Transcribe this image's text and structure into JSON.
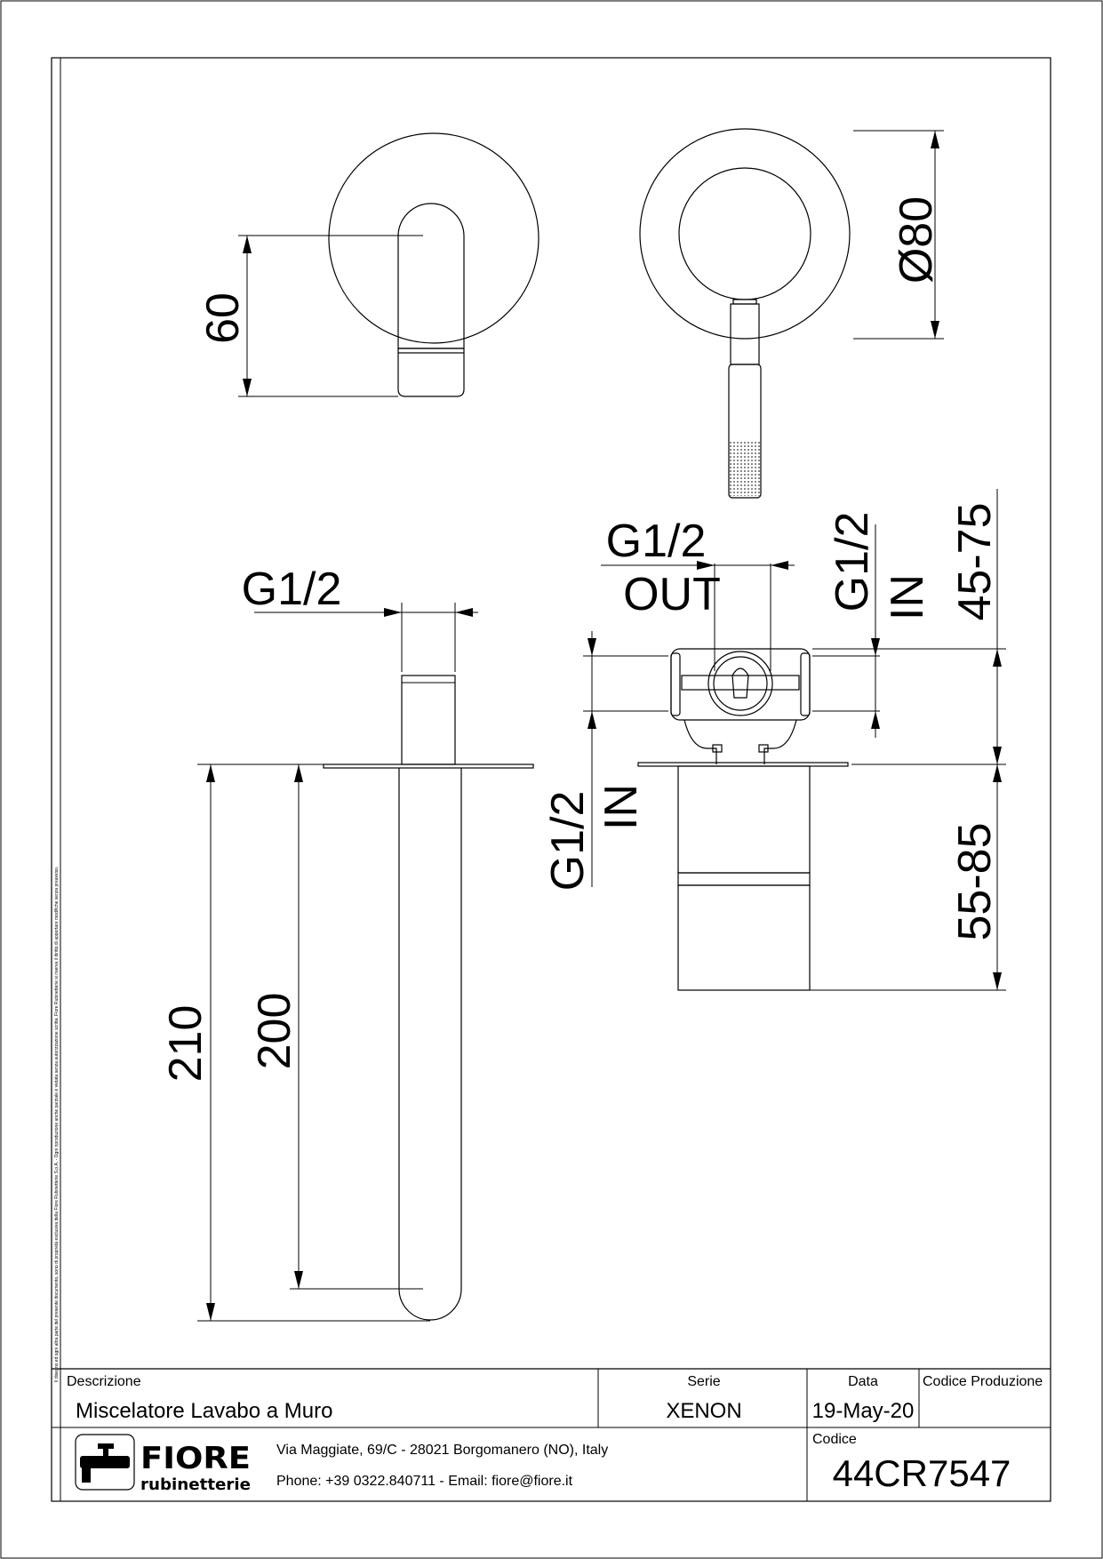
{
  "drawing": {
    "top_view": {
      "height_dim": "60"
    },
    "front_view": {
      "diameter_dim": "Ø80"
    },
    "side_view": {
      "thread_dim": "G1/2",
      "length_dim_outer": "210",
      "length_dim_inner": "200"
    },
    "body_view": {
      "out_thread": "G1/2",
      "out_label": "OUT",
      "in_thread_top": "G1/2",
      "in_label_top": "IN",
      "in_thread_left": "G1/2",
      "in_label_left": "IN",
      "depth_dim_upper": "45-75",
      "depth_dim_lower": "55-85"
    },
    "side_note": "Il disegno ed ogni altra parte del presente documento, sono di proprietà esclusiva della Fiore Rubinetterie S.p.A. - Ogni riproduzione anche parziale è vietata senza autorizzazione scritta. Fiore Rubinetterie si riserva il diritto di apportare modifiche senza preavviso."
  },
  "title_block": {
    "descrizione_label": "Descrizione",
    "descrizione_value": "Miscelatore Lavabo a Muro",
    "serie_label": "Serie",
    "serie_value": "XENON",
    "data_label": "Data",
    "data_value": "19-May-20",
    "codice_produzione_label": "Codice Produzione",
    "codice_label": "Codice",
    "codice_value": "44CR7547",
    "address": "Via Maggiate, 69/C - 28021 Borgomanero (NO), Italy",
    "contacts": "Phone: +39 0322.840711 - Email: fiore@fiore.it",
    "logo_word": "FIORE",
    "logo_sub": "rubinetterie"
  }
}
